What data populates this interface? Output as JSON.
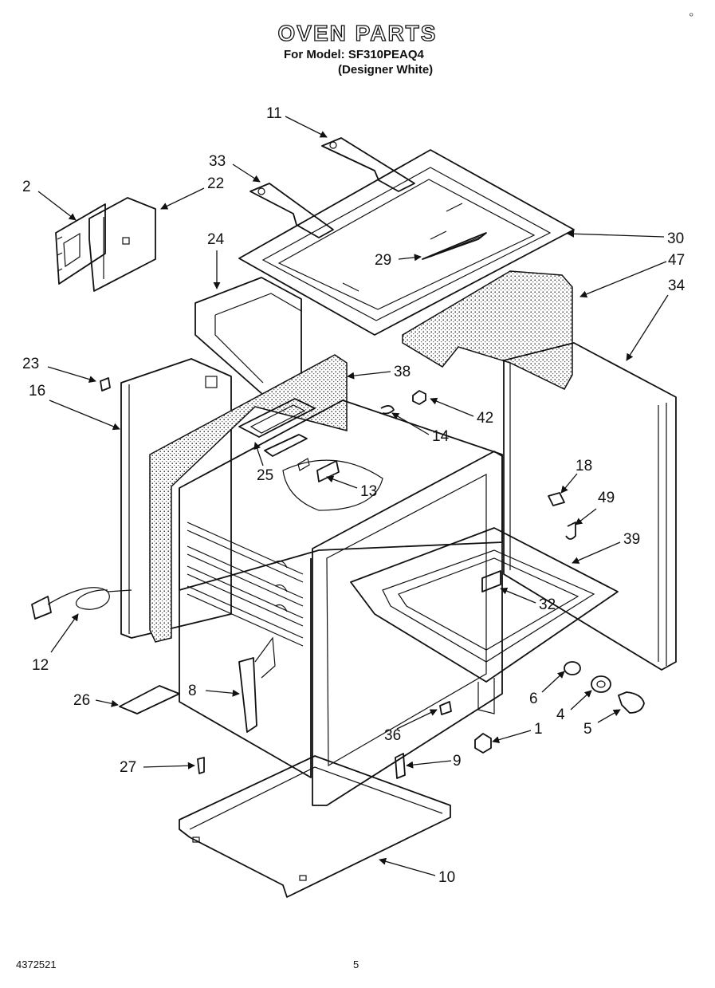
{
  "header": {
    "title": "OVEN PARTS",
    "model_line": "For Model: SF310PEAQ4",
    "color_line": "(Designer White)",
    "corner_mark": "°"
  },
  "footer": {
    "doc_number": "4372521",
    "page_number": "5"
  },
  "callouts": [
    {
      "id": "11",
      "label": "11"
    },
    {
      "id": "33",
      "label": "33"
    },
    {
      "id": "2",
      "label": "2"
    },
    {
      "id": "22",
      "label": "22"
    },
    {
      "id": "24",
      "label": "24"
    },
    {
      "id": "30",
      "label": "30"
    },
    {
      "id": "29",
      "label": "29"
    },
    {
      "id": "47",
      "label": "47"
    },
    {
      "id": "34",
      "label": "34"
    },
    {
      "id": "23",
      "label": "23"
    },
    {
      "id": "38",
      "label": "38"
    },
    {
      "id": "16",
      "label": "16"
    },
    {
      "id": "42",
      "label": "42"
    },
    {
      "id": "14",
      "label": "14"
    },
    {
      "id": "25",
      "label": "25"
    },
    {
      "id": "13",
      "label": "13"
    },
    {
      "id": "18",
      "label": "18"
    },
    {
      "id": "49",
      "label": "49"
    },
    {
      "id": "39",
      "label": "39"
    },
    {
      "id": "32",
      "label": "32"
    },
    {
      "id": "12",
      "label": "12"
    },
    {
      "id": "6",
      "label": "6"
    },
    {
      "id": "8",
      "label": "8"
    },
    {
      "id": "4",
      "label": "4"
    },
    {
      "id": "26",
      "label": "26"
    },
    {
      "id": "5",
      "label": "5"
    },
    {
      "id": "36",
      "label": "36"
    },
    {
      "id": "1",
      "label": "1"
    },
    {
      "id": "9",
      "label": "9"
    },
    {
      "id": "27",
      "label": "27"
    },
    {
      "id": "10",
      "label": "10"
    }
  ]
}
